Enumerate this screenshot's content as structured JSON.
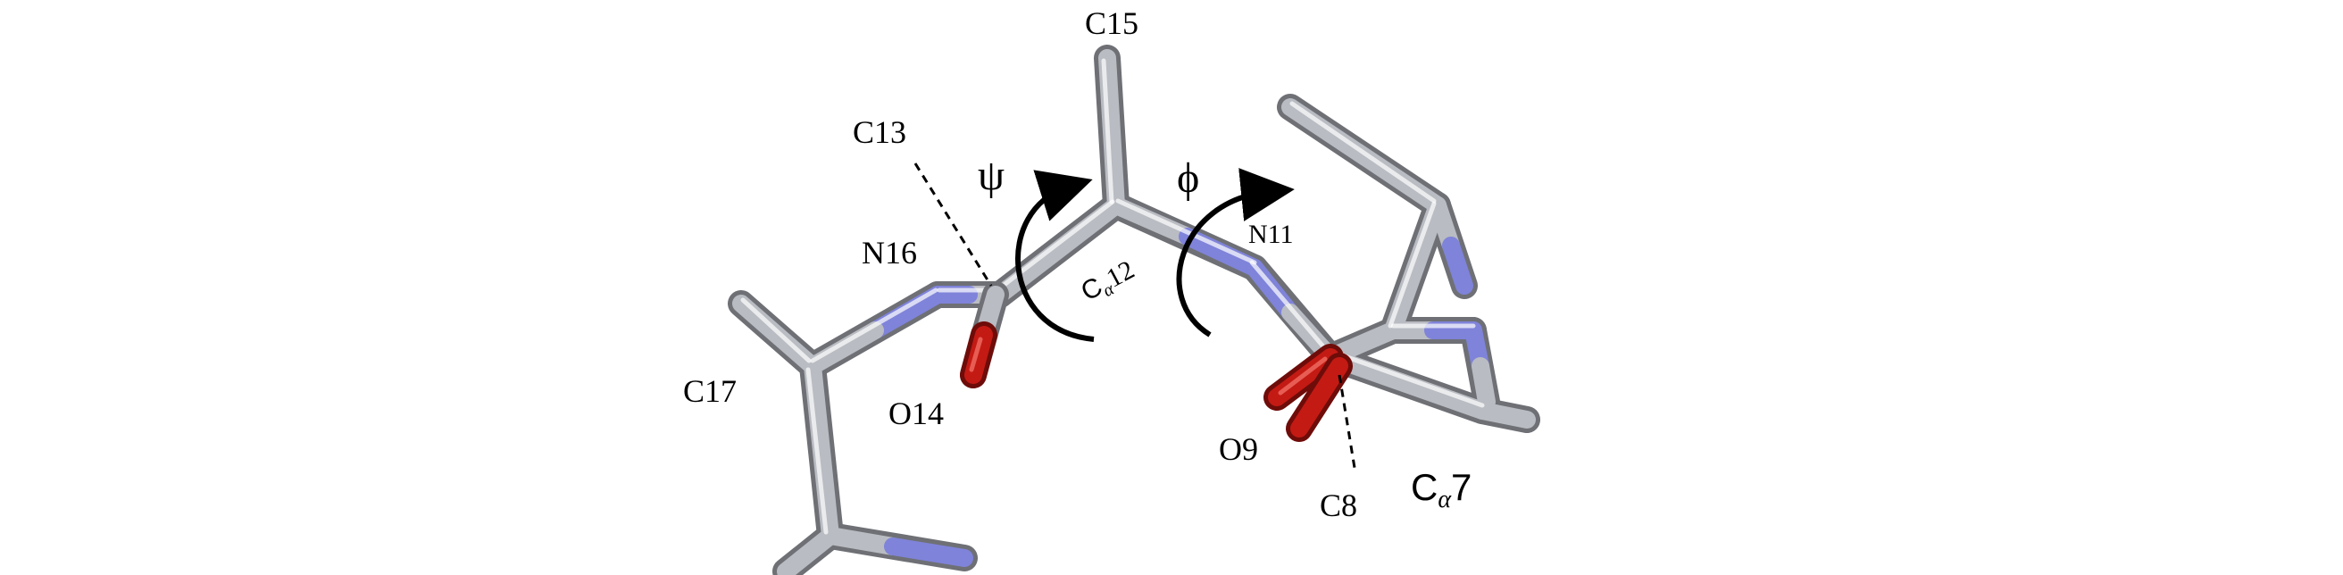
{
  "diagram": {
    "atom_labels": {
      "c15": "C15",
      "c13": "C13",
      "n16": "N16",
      "ca12": "12",
      "n11": "N11",
      "c17": "C17",
      "o14": "O14",
      "o9": "O9",
      "c8": "C8",
      "ca7": "7"
    },
    "alpha_prefix": "C",
    "alpha_symbol": "α",
    "angle_labels": {
      "psi": "ψ",
      "phi": "ϕ"
    },
    "colors": {
      "carbon": "#b9bcc2",
      "carbon_dark": "#6e7075",
      "nitrogen": "#7f83d9",
      "oxygen": "#c41a14",
      "oxygen_dark": "#6e0c09",
      "arrow": "#000000",
      "background": "#ffffff"
    }
  }
}
